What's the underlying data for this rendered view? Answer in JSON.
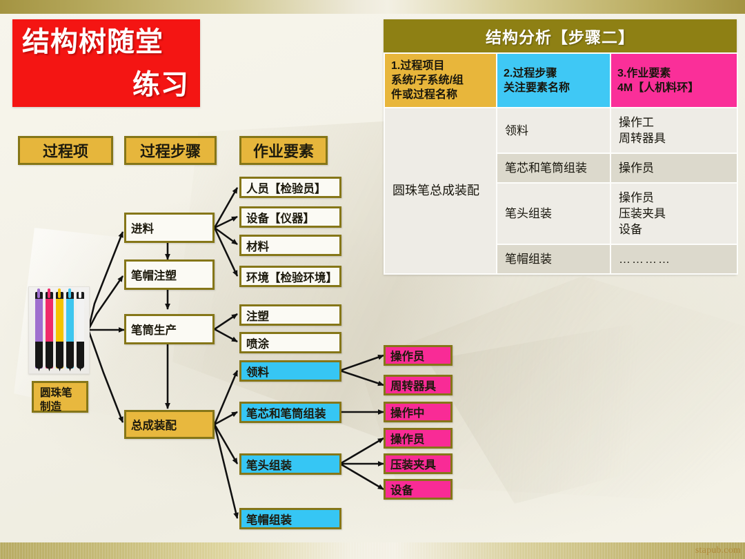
{
  "slide": {
    "title_line1": "结构树随堂",
    "title_line2": "练习",
    "watermark": "stapub.com",
    "accent_gold": "#e8b83e",
    "accent_cyan": "#36c6f4",
    "accent_pink": "#f92b96",
    "accent_red": "#f41513",
    "accent_olive": "#8e8014",
    "border_olive": "#857618"
  },
  "diagram": {
    "column_headers": [
      "过程项",
      "过程步骤",
      "作业要素"
    ],
    "root": "圆珠笔\n制造",
    "root_line1": "圆珠笔",
    "root_line2": "制造",
    "steps": [
      {
        "label": "进料"
      },
      {
        "label": "笔帽注塑"
      },
      {
        "label": "笔筒生产"
      },
      {
        "label": "总成装配"
      }
    ],
    "elements_white": [
      "人员【检验员】",
      "设备【仪器】",
      "材料",
      "环境【检验环境】",
      "注塑",
      "喷涂"
    ],
    "elements_cyan": [
      "领料",
      "笔芯和笔筒组装",
      "笔头组装",
      "笔帽组装"
    ],
    "elements_pink": [
      "操作员",
      "周转器具",
      "操作中",
      "操作员",
      "压装夹具",
      "设备"
    ]
  },
  "pens": [
    {
      "color": "#9f6fcf"
    },
    {
      "color": "#ef2a6b"
    },
    {
      "color": "#f5c400"
    },
    {
      "color": "#3ec6ef"
    },
    {
      "color": "#f2f2f2"
    }
  ],
  "table": {
    "title": "结构分析【步骤二】",
    "headers": [
      "1.过程项目\n系统/子系统/组\n件或过程名称",
      "2.过程步骤\n关注要素名称",
      "3.作业要素\n4M【人机料环】"
    ],
    "header1_l1": "1.过程项目",
    "header1_l2": "系统/子系统/组",
    "header1_l3": "件或过程名称",
    "header2_l1": "2.过程步骤",
    "header2_l2": "关注要素名称",
    "header3_l1": "3.作业要素",
    "header3_l2": "4M【人机料环】",
    "span_cell": "圆珠笔总成装配",
    "rows": [
      {
        "step": "领料",
        "elements_l1": "操作工",
        "elements_l2": "周转器具",
        "elements_l3": ""
      },
      {
        "step": "笔芯和笔筒组装",
        "elements_l1": "操作员",
        "elements_l2": "",
        "elements_l3": ""
      },
      {
        "step": "笔头组装",
        "elements_l1": "操作员",
        "elements_l2": "压装夹具",
        "elements_l3": "设备"
      },
      {
        "step": "笔帽组装",
        "elements_l1": "…………",
        "elements_l2": "",
        "elements_l3": ""
      }
    ]
  }
}
